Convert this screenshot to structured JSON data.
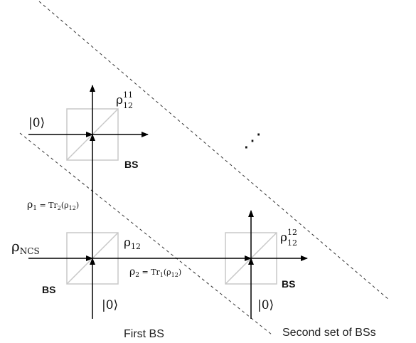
{
  "labels": {
    "ket0": "|0⟩",
    "bs": "BS",
    "rho_ncs_base": "ρ",
    "rho_ncs_sub": "NCS",
    "rho_base": "ρ",
    "rho12_sub": "12",
    "rho11_sup": "11",
    "rho12_sup": "12",
    "rho1_base": "ρ",
    "rho1_sub": "1",
    "rho1_rhs": " = Tr",
    "rho1_tr_sub": "2",
    "rho1_arg": "(ρ",
    "rho1_arg_sub": "12",
    "rho1_close": ")",
    "rho2_base": "ρ",
    "rho2_sub": "2",
    "rho2_rhs": " = Tr",
    "rho2_tr_sub": "1",
    "rho2_arg": "(ρ",
    "rho2_arg_sub": "12",
    "rho2_close": ")",
    "dots": "⋰"
  },
  "captions": {
    "first": "First BS",
    "second": "Second set of BSs"
  }
}
